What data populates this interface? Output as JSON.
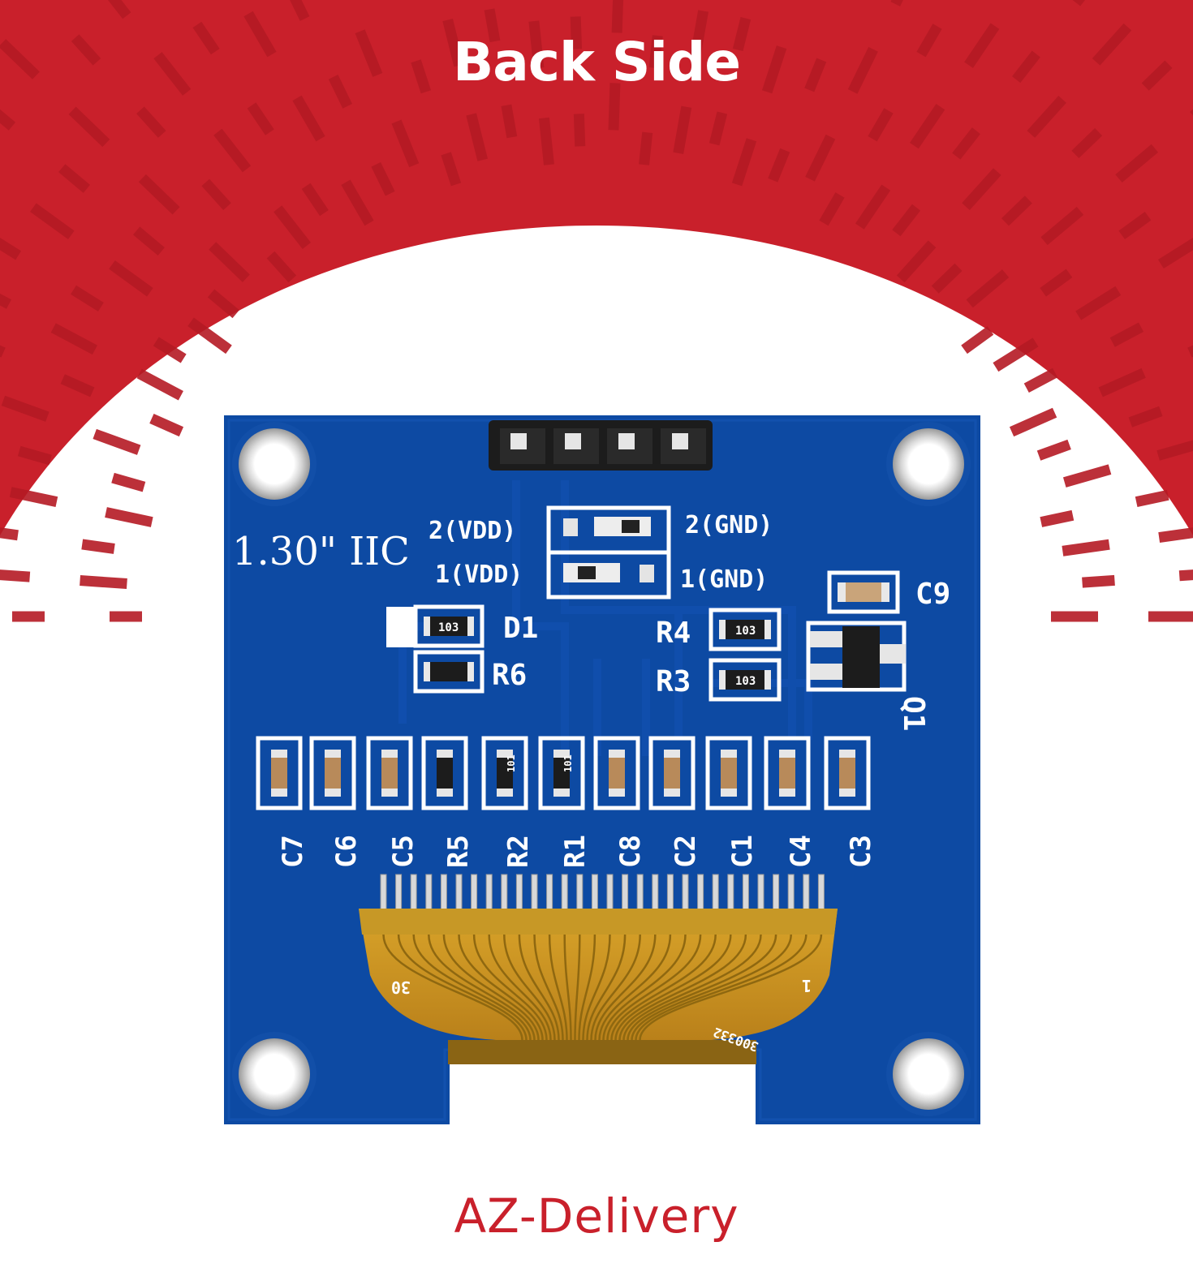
{
  "header": {
    "title": "Back Side"
  },
  "board": {
    "size_label": "1.30\" IIC",
    "jumper_labels": [
      "2(VDD)",
      "1(VDD)",
      "2(GND)",
      "1(GND)"
    ],
    "top_labels": [
      "D1",
      "R6",
      "R4",
      "R3",
      "C9",
      "Q1"
    ],
    "component_row_labels": [
      "C7",
      "C6",
      "C5",
      "R5",
      "R2",
      "R1",
      "C8",
      "C2",
      "C1",
      "C4",
      "C3"
    ],
    "resistor_codes": [
      "103",
      "103",
      "103",
      "101",
      "101"
    ],
    "ribbon_labels": [
      "30",
      "1",
      "300332"
    ]
  },
  "footer": {
    "brand": "AZ-Delivery"
  },
  "colors": {
    "banner_red": "#c9202b",
    "board_blue": "#0d4aa3",
    "brand_red": "#c9202b"
  }
}
